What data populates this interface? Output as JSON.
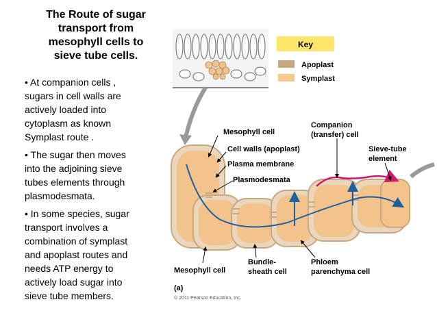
{
  "slide": {
    "title": "The Route of sugar\ntransport from\nmesophyll cells to\nsieve tube cells.",
    "bullets": [
      "• At companion cells ,\nsugars in cell walls are\nactively loaded into\ncytoplasm as known\nSymplast route .",
      "• The sugar then moves\ninto the adjoining sieve\ntubes elements through\nplasmodesmata.",
      "• In some species, sugar\ntransport involves a\ncombination of symplast\nand apoplast routes and\nneeds ATP energy to\nactively load sugar into\nsieve tube members."
    ]
  },
  "diagram": {
    "key": {
      "title": "Key",
      "apoplast": "Apoplast",
      "symplast": "Symplast"
    },
    "colors": {
      "apoplast": "#c8a780",
      "symplast": "#f7c98e",
      "cell_fill": "#f3c38c",
      "wall": "#e9d6bd",
      "arrow_blue": "#1f5f9e",
      "arrow_red": "#d0186b"
    },
    "labels": {
      "mesophyll_top": "Mesophyll cell",
      "cell_walls": "Cell walls (apoplast)",
      "plasma_membrane": "Plasma membrane",
      "plasmodesmata": "Plasmodesmata",
      "companion_1": "Companion",
      "companion_2": "(transfer) cell",
      "sieve_1": "Sieve-tube",
      "sieve_2": "element",
      "mesophyll_bottom": "Mesophyll cell",
      "bundle_1": "Bundle-",
      "bundle_2": "sheath cell",
      "phloem_1": "Phloem",
      "phloem_2": "parenchyma cell",
      "panel": "(a)",
      "copyright": "© 2011 Pearson Education, Inc."
    }
  }
}
